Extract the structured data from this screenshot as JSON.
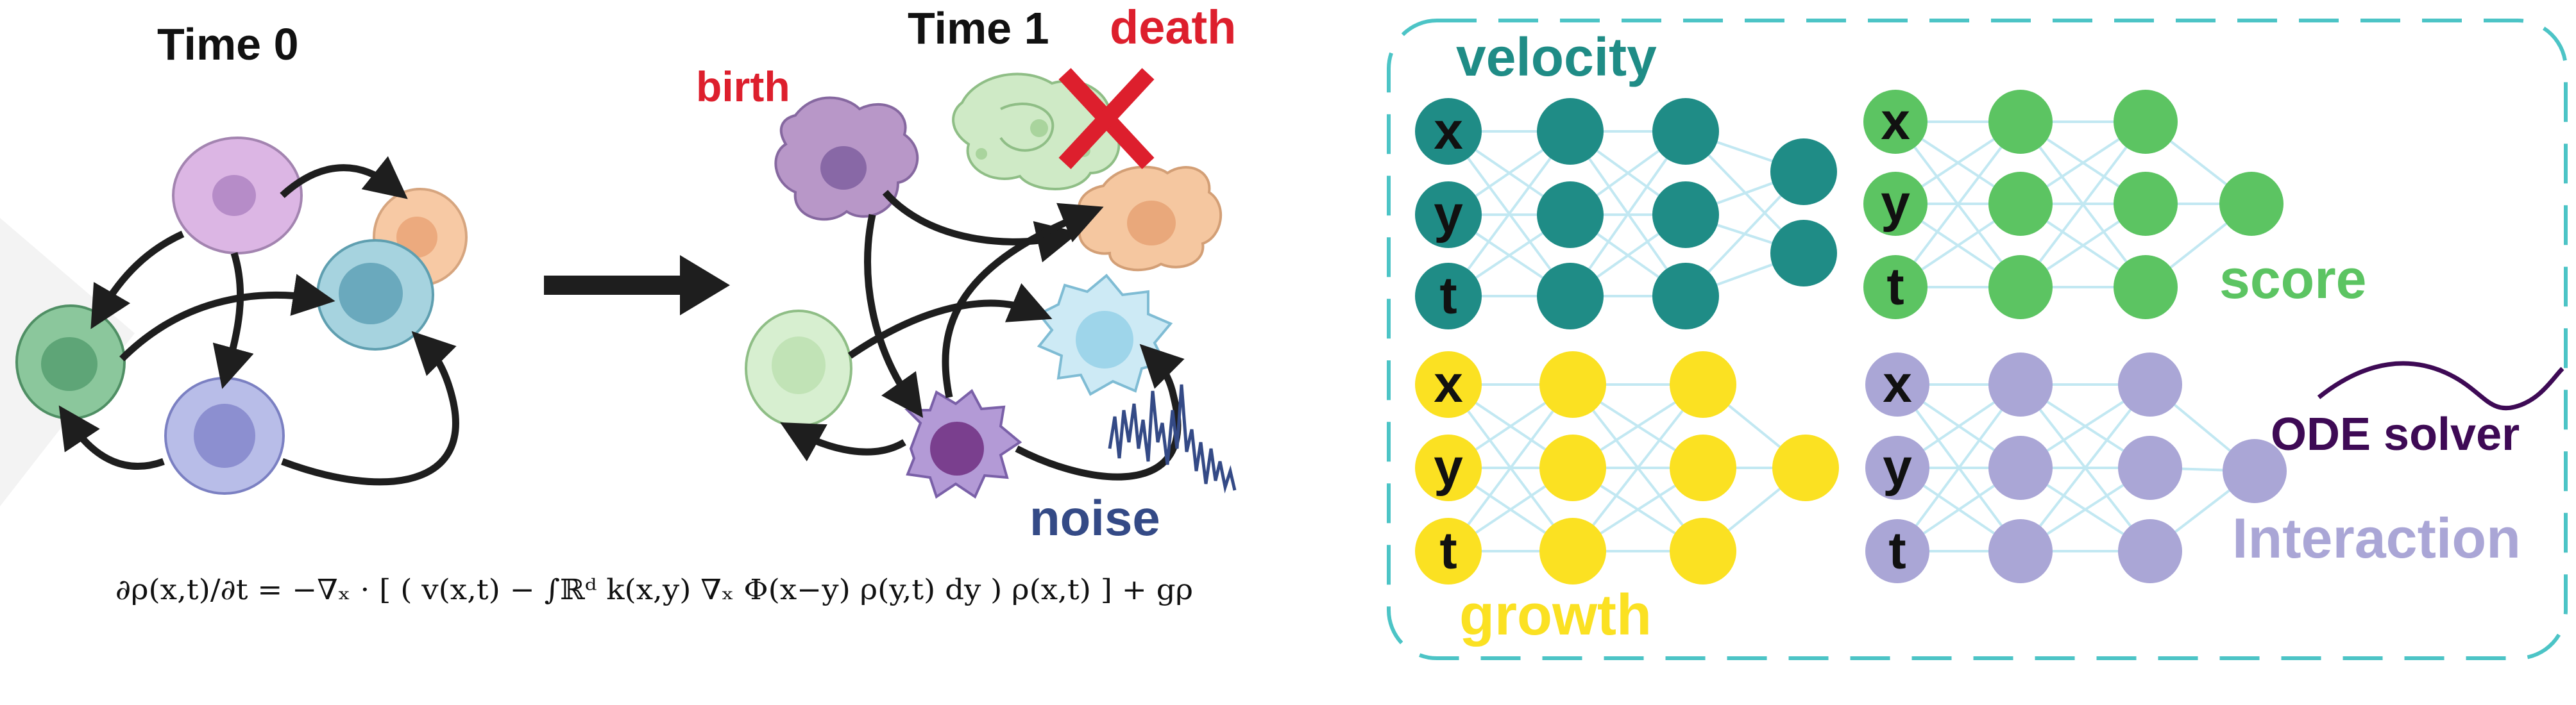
{
  "left": {
    "time0": "Time 0",
    "time1": "Time 1",
    "birth": "birth",
    "death": "death",
    "noise": "noise",
    "death_mark": "X",
    "equation": "∂ρ(x,t)/∂t = −∇ₓ · [ ( v(x,t) − ∫ℝᵈ k(x,y) ∇ₓ Φ(x−y) ρ(y,t) dy ) ρ(x,t) ] + gρ"
  },
  "networks": {
    "velocity": {
      "label": "velocity",
      "inputs": [
        "x",
        "y",
        "t"
      ],
      "color": "#1f8c86"
    },
    "score": {
      "label": "score",
      "inputs": [
        "x",
        "y",
        "t"
      ],
      "color": "#5cc462"
    },
    "growth": {
      "label": "growth",
      "inputs": [
        "x",
        "y",
        "t"
      ],
      "color": "#fbe122"
    },
    "interaction": {
      "label": "Interaction",
      "inputs": [
        "x",
        "y",
        "t"
      ],
      "color": "#aaa6d6"
    }
  },
  "solver": {
    "label": "ODE solver",
    "color": "#3e0a55"
  },
  "colors": {
    "birth": "#dd1f2d",
    "death": "#dd1f2d",
    "noise": "#344a86",
    "dashed_border": "#4cc4c6",
    "edge": "#c2e8f2",
    "arrow": "#1e1e1e"
  }
}
